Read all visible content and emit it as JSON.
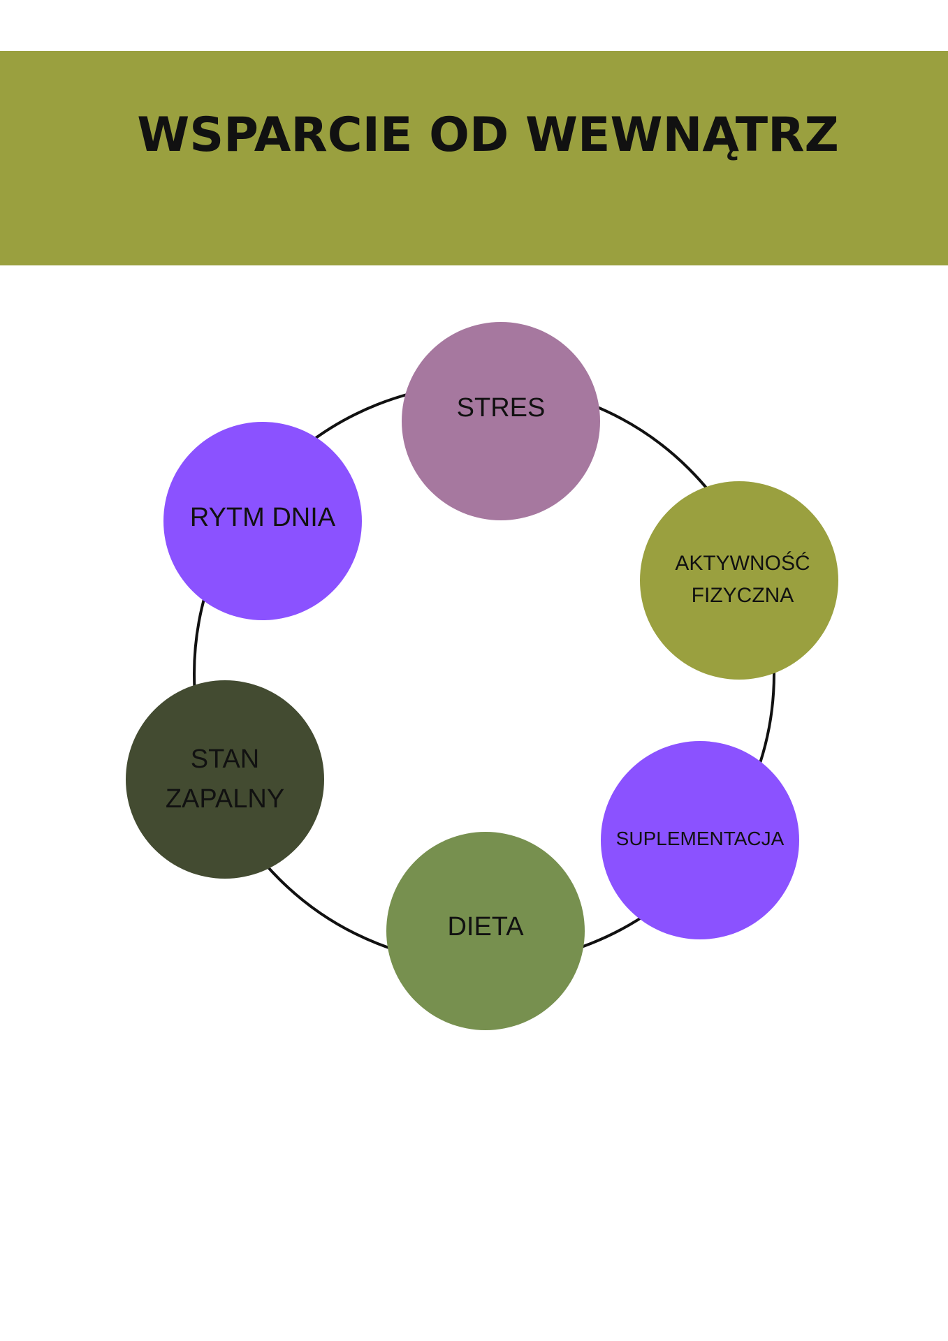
{
  "header": {
    "title": "WSPARCIE OD WEWNĄTRZ",
    "band_color": "#9aa03f"
  },
  "diagram": {
    "ring_color": "#111111",
    "nodes": [
      {
        "id": "stres",
        "label": "STRES",
        "color": "#a6789f"
      },
      {
        "id": "aktywnosc",
        "label": "AKTYWNOŚĆ\nFIZYCZNA",
        "color": "#9aa03f"
      },
      {
        "id": "suplementacja",
        "label": "SUPLEMENTACJA",
        "color": "#8b52ff"
      },
      {
        "id": "dieta",
        "label": "DIETA",
        "color": "#77904f"
      },
      {
        "id": "stan-zapalny",
        "label": "STAN\nZAPALNY",
        "color": "#434b31"
      },
      {
        "id": "rytm-dnia",
        "label": "RYTM DNIA",
        "color": "#8b52ff"
      }
    ]
  }
}
